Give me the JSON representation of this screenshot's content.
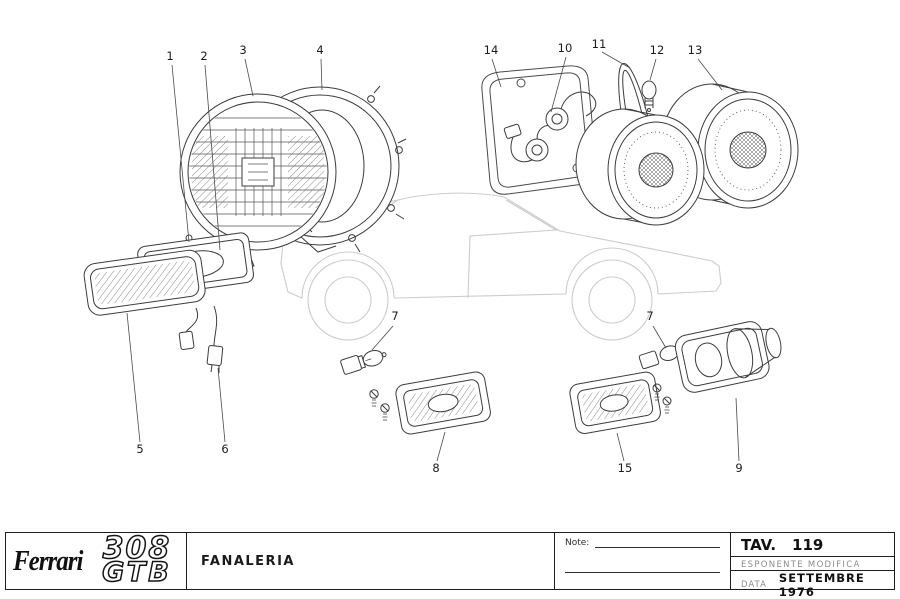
{
  "colors": {
    "line": "#3c3c3c",
    "car_outline": "#cccccc",
    "muted_text": "#8b8b8b",
    "background": "#ffffff"
  },
  "diagram": {
    "callouts": [
      {
        "label": "1"
      },
      {
        "label": "2"
      },
      {
        "label": "3"
      },
      {
        "label": "4"
      },
      {
        "label": "14"
      },
      {
        "label": "10"
      },
      {
        "label": "11"
      },
      {
        "label": "12"
      },
      {
        "label": "13"
      },
      {
        "label": "5"
      },
      {
        "label": "6"
      },
      {
        "label": "7"
      },
      {
        "label": "8"
      },
      {
        "label": "7"
      },
      {
        "label": "15"
      },
      {
        "label": "9"
      }
    ]
  },
  "title_block": {
    "brand": "Ferrari",
    "model_top": "308",
    "model_bottom": "GTB",
    "drawing_title": "FANALERIA",
    "note_label": "Note:",
    "tav_label": "TAV.",
    "tav_number": "119",
    "revision_label": "ESPONENTE  MODIFICA",
    "date_label": "DATA",
    "date_value": "SETTEMBRE 1976"
  }
}
